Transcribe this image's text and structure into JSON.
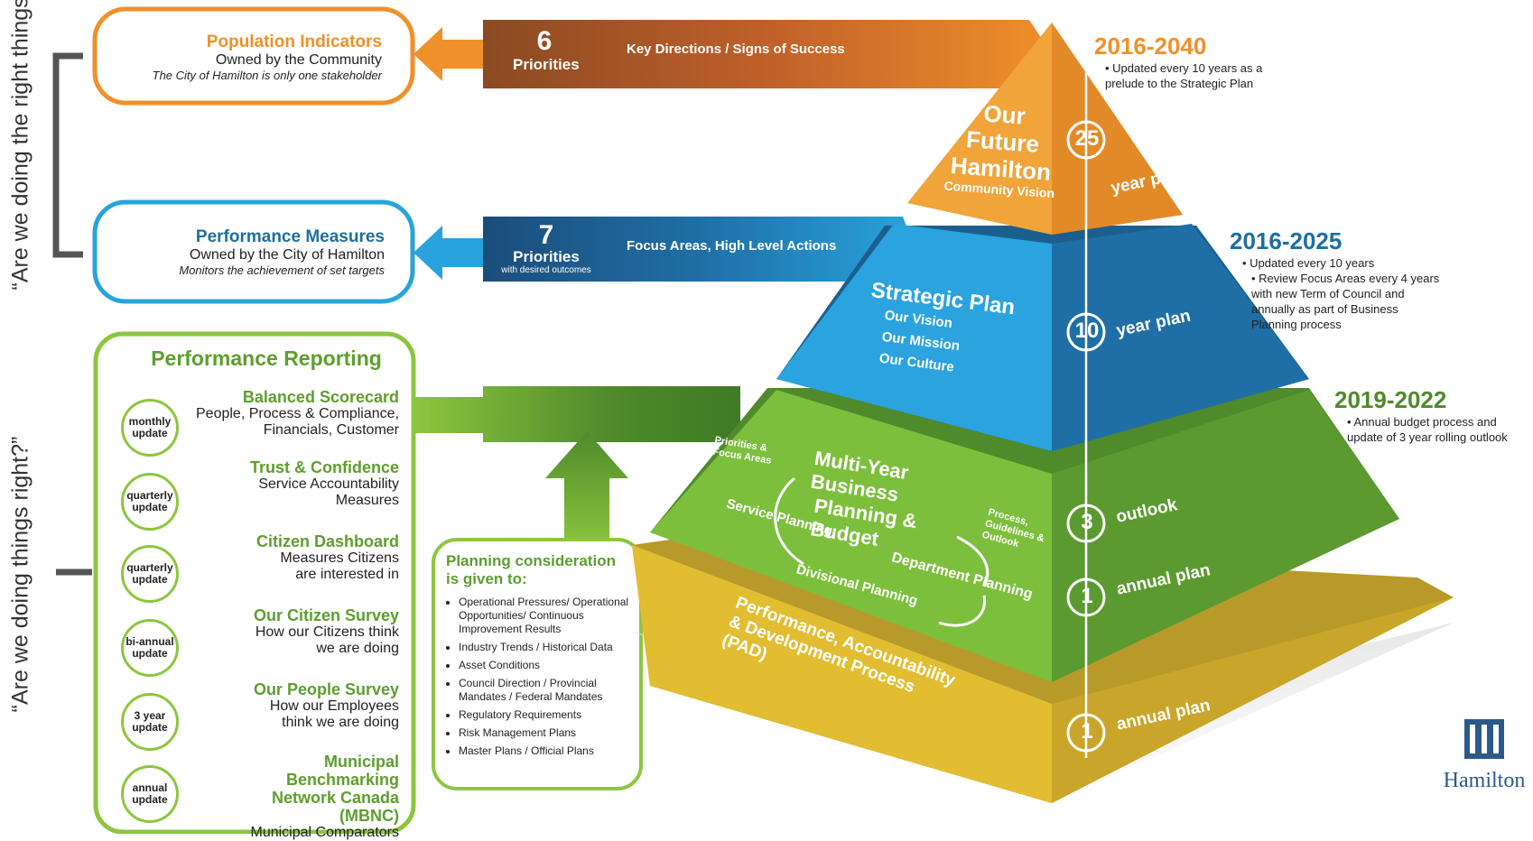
{
  "side_questions": {
    "right_things": "“Are we doing the right things?”",
    "things_right": "“Are we doing things right?”"
  },
  "population": {
    "title": "Population Indicators",
    "owner": "Owned by the Community",
    "note": "The City of Hamilton is only one stakeholder"
  },
  "performance_measures": {
    "title": "Performance Measures",
    "owner": "Owned by the City of Hamilton",
    "note": "Monitors the achievement of set targets"
  },
  "arrow_orange": {
    "number": "6",
    "label": "Priorities",
    "caption": "Key Directions / Signs of Success"
  },
  "arrow_blue": {
    "number": "7",
    "label": "Priorities",
    "sublabel": "with desired outcomes",
    "caption": "Focus Areas, High Level Actions"
  },
  "reporting": {
    "title": "Performance Reporting",
    "items": [
      {
        "badge": "monthly update",
        "name": "Balanced Scorecard",
        "desc": "People, Process & Compliance, Financials, Customer"
      },
      {
        "badge": "quarterly update",
        "name": "Trust & Confidence",
        "desc": "Service Accountability Measures"
      },
      {
        "badge": "quarterly update",
        "name": "Citizen Dashboard",
        "desc": "Measures Citizens are interested in"
      },
      {
        "badge": "bi-annual update",
        "name": "Our Citizen Survey",
        "desc": "How our Citizens think we are doing"
      },
      {
        "badge": "3 year update",
        "name": "Our People Survey",
        "desc": "How our Employees think we are doing"
      },
      {
        "badge": "annual update",
        "name": "Municipal Benchmarking Network Canada (MBNC)",
        "desc": "Municipal Comparators"
      }
    ]
  },
  "considerations": {
    "title": "Planning consideration is given to:",
    "items": [
      "Operational Pressures/ Operational Opportunities/ Continuous Improvement Results",
      "Industry Trends / Historical Data",
      "Asset Conditions",
      "Council Direction / Provincial Mandates / Federal Mandates",
      "Regulatory Requirements",
      "Risk Management Plans",
      "Master Plans / Official Plans"
    ]
  },
  "pyramid": {
    "top": {
      "line1": "Our",
      "line2": "Future",
      "line3": "Hamilton",
      "sub": "Community Vision",
      "num": "25",
      "plan": "year plan"
    },
    "strategic": {
      "title": "Strategic Plan",
      "l1": "Our Vision",
      "l2": "Our Mission",
      "l3": "Our Culture",
      "num": "10",
      "plan": "year plan"
    },
    "business": {
      "title1": "Multi-Year Business",
      "title2": "Planning & Budget",
      "priorities": "Priorities & Focus Areas",
      "process": "Process, Guidelines & Outlook",
      "service": "Service Planning",
      "divisional": "Divisional Planning",
      "department": "Department Planning",
      "num_outlook": "3",
      "outlook": "outlook",
      "num_annual": "1",
      "annual": "annual plan"
    },
    "pad": {
      "line1": "Performance, Accountability",
      "line2": "& Development Process (PAD)",
      "num": "1",
      "plan": "annual plan"
    }
  },
  "timelines": [
    {
      "years": "2016-2040",
      "notes": [
        "Updated every 10 years as a prelude to the Strategic Plan"
      ],
      "color": "#f0902a"
    },
    {
      "years": "2016-2025",
      "notes": [
        "Updated every 10 years",
        "Review Focus Areas every 4 years with new Term of Council and annually as part of Business Planning process"
      ],
      "color": "#1d6fa0"
    },
    {
      "years": "2019-2022",
      "notes": [
        "Annual budget process and update of 3 year rolling outlook"
      ],
      "color": "#4f8a2b"
    }
  ],
  "logo": {
    "name": "Hamilton"
  },
  "colors": {
    "orange": "#f0902a",
    "blue": "#29a3dc",
    "green": "#8cc63f",
    "gold": "#d9b52a",
    "darkblue": "#1d6fa0"
  }
}
